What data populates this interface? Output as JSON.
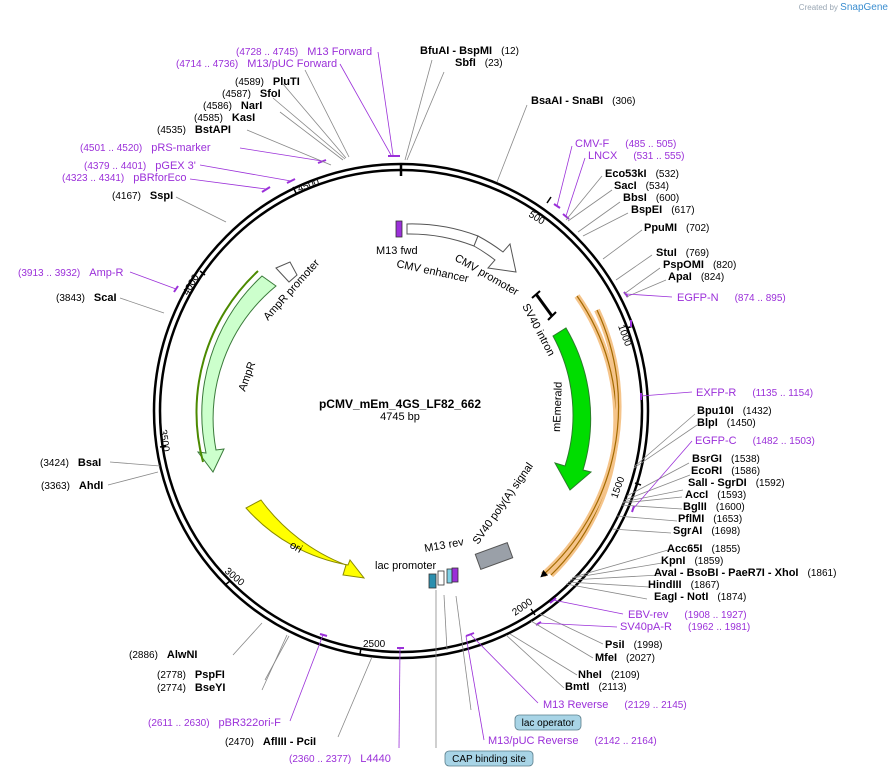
{
  "header": {
    "credit_prefix": "Created by",
    "credit_brand": "SnapGene"
  },
  "plasmid": {
    "name": "pCMV_mEm_4GS_LF82_662",
    "length": "4745 bp"
  },
  "ticks": [
    "500",
    "1000",
    "1500",
    "2000",
    "2500",
    "3000",
    "3500",
    "4000",
    "4500"
  ],
  "features": {
    "m13fwd": "M13 fwd",
    "cmv_enh": "CMV enhancer",
    "cmv_prom": "CMV promoter",
    "sv40_intron": "SV40 intron",
    "memerald": "mEmerald",
    "sv40_polya": "SV40 poly(A) signal",
    "m13rev": "M13 rev",
    "lac_prom": "lac promoter",
    "ori": "ori",
    "ampr": "AmpR",
    "ampr_prom": "AmpR promoter"
  },
  "sites": {
    "bfuai": "BfuAI",
    "bspmi": "BspMI",
    "bfuai_pos": "(12)",
    "sbfi": "SbfI",
    "sbfi_pos": "(23)",
    "bsaai": "BsaAI",
    "snabi": "SnaBI",
    "bsaai_pos": "(306)",
    "eco53ki": "Eco53kI",
    "eco53ki_pos": "(532)",
    "saci": "SacI",
    "saci_pos": "(534)",
    "bbsi": "BbsI",
    "bbsi_pos": "(600)",
    "bspei": "BspEI",
    "bspei_pos": "(617)",
    "ppumi": "PpuMI",
    "ppumi_pos": "(702)",
    "stui": "StuI",
    "stui_pos": "(769)",
    "pspomi": "PspOMI",
    "pspomi_pos": "(820)",
    "apai": "ApaI",
    "apai_pos": "(824)",
    "bpu10i": "Bpu10I",
    "bpu10i_pos": "(1432)",
    "blpi": "BlpI",
    "blpi_pos": "(1450)",
    "bsrgi": "BsrGI",
    "bsrgi_pos": "(1538)",
    "ecori": "EcoRI",
    "ecori_pos": "(1586)",
    "sali": "SalI",
    "sgrdi": "SgrDI",
    "sali_pos": "(1592)",
    "acci": "AccI",
    "acci_pos": "(1593)",
    "bglii": "BglII",
    "bglii_pos": "(1600)",
    "pflmi": "PflMI",
    "pflmi_pos": "(1653)",
    "sgrai": "SgrAI",
    "sgrai_pos": "(1698)",
    "acc65i": "Acc65I",
    "acc65i_pos": "(1855)",
    "kpni": "KpnI",
    "kpni_pos": "(1859)",
    "avai": "AvaI",
    "bsobi": "BsoBI",
    "paer7i": "PaeR7I",
    "xhoi": "XhoI",
    "xhoi_pos": "(1861)",
    "hindiii": "HindIII",
    "hindiii_pos": "(1867)",
    "eagi": "EagI",
    "noti": "NotI",
    "noti_pos": "(1874)",
    "psii": "PsiI",
    "psii_pos": "(1998)",
    "mfei": "MfeI",
    "mfei_pos": "(2027)",
    "nhei": "NheI",
    "nhei_pos": "(2109)",
    "bmti": "BmtI",
    "bmti_pos": "(2113)",
    "afliii": "AflIII",
    "pcii": "PciI",
    "afliii_pos": "(2470)",
    "bseyi": "BseYI",
    "bseyi_pos": "(2774)",
    "pspfi": "PspFI",
    "pspfi_pos": "(2778)",
    "alwni": "AlwNI",
    "alwni_pos": "(2886)",
    "ahdi": "AhdI",
    "ahdi_pos": "(3363)",
    "bsai": "BsaI",
    "bsai_pos": "(3424)",
    "scai": "ScaI",
    "scai_pos": "(3843)",
    "sspi": "SspI",
    "sspi_pos": "(4167)",
    "bstapi": "BstAPI",
    "bstapi_pos": "(4535)",
    "kasi": "KasI",
    "kasi_pos": "(4585)",
    "nari": "NarI",
    "nari_pos": "(4586)",
    "sfoi": "SfoI",
    "sfoi_pos": "(4587)",
    "pluti": "PluTI",
    "pluti_pos": "(4589)"
  },
  "primers": {
    "m13fwd": "M13 Forward",
    "m13fwd_pos": "(4728 .. 4745)",
    "m13puc": "M13/pUC Forward",
    "m13puc_pos": "(4714 .. 4736)",
    "prs": "pRS-marker",
    "prs_pos": "(4501 .. 4520)",
    "pgex": "pGEX 3'",
    "pgex_pos": "(4379 .. 4401)",
    "pbrforeco": "pBRforEco",
    "pbrforeco_pos": "(4323 .. 4341)",
    "ampr": "Amp-R",
    "ampr_pos": "(3913 .. 3932)",
    "cmvf": "CMV-F",
    "cmvf_pos": "(485 .. 505)",
    "lncx": "LNCX",
    "lncx_pos": "(531 .. 555)",
    "egfpn": "EGFP-N",
    "egfpn_pos": "(874 .. 895)",
    "exfpr": "EXFP-R",
    "exfpr_pos": "(1135 .. 1154)",
    "egfpc": "EGFP-C",
    "egfpc_pos": "(1482 .. 1503)",
    "ebvrev": "EBV-rev",
    "ebvrev_pos": "(1908 .. 1927)",
    "sv40par": "SV40pA-R",
    "sv40par_pos": "(1962 .. 1981)",
    "m13rev": "M13 Reverse",
    "m13rev_pos": "(2129 .. 2145)",
    "m13pucrev": "M13/pUC Reverse",
    "m13pucrev_pos": "(2142 .. 2164)",
    "pbr322": "pBR322ori-F",
    "pbr322_pos": "(2611 .. 2630)",
    "l4440": "L4440",
    "l4440_pos": "(2360 .. 2377)"
  },
  "boxes": {
    "lac_operator": "lac operator",
    "cap": "CAP binding site"
  },
  "colors": {
    "primer": "#9b30d9",
    "memerald": "#00dd00",
    "ampr": "#ccffcc",
    "ori": "#ffff00",
    "polya": "#9aa0a8",
    "cmv": "#ffffff",
    "orange": "#f5c48a",
    "box": "#a8d4e6"
  }
}
